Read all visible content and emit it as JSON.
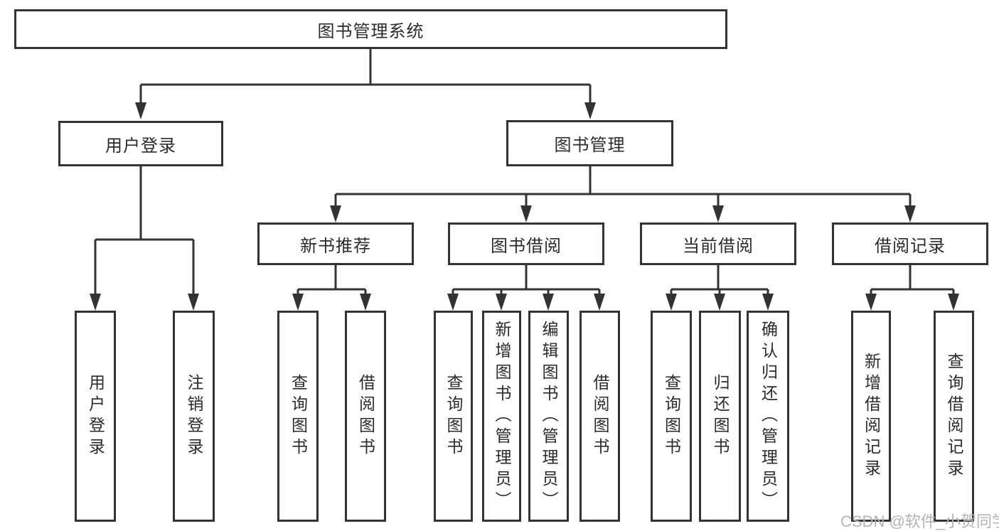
{
  "tree": {
    "label": "图书管理系统",
    "children": [
      {
        "label": "用户登录",
        "children": [
          {
            "label": "用户登录"
          },
          {
            "label": "注销登录"
          }
        ]
      },
      {
        "label": "图书管理",
        "children": [
          {
            "label": "新书推荐",
            "children": [
              {
                "label": "查询图书"
              },
              {
                "label": "借阅图书"
              }
            ]
          },
          {
            "label": "图书借阅",
            "children": [
              {
                "label": "查询图书"
              },
              {
                "label": "新增图书（管理员）"
              },
              {
                "label": "编辑图书（管理员）"
              },
              {
                "label": "借阅图书"
              }
            ]
          },
          {
            "label": "当前借阅",
            "children": [
              {
                "label": "查询图书"
              },
              {
                "label": "归还图书"
              },
              {
                "label": "确认归还（管理员）"
              }
            ]
          },
          {
            "label": "借阅记录",
            "children": [
              {
                "label": "新增借阅记录"
              },
              {
                "label": "查询借阅记录"
              }
            ]
          }
        ]
      }
    ]
  },
  "watermark": {
    "text": "CSDN @软件_小贺同学"
  },
  "colors": {
    "line": "#333333",
    "ink": "#2b2b2b",
    "watermark": "#b3b3b3",
    "background": "#ffffff"
  }
}
